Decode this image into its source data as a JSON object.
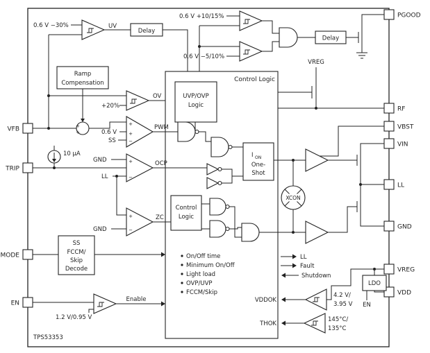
{
  "part_number": "TPS53353",
  "pins": {
    "left": [
      {
        "name": "VFB"
      },
      {
        "name": "TRIP"
      },
      {
        "name": "MODE"
      },
      {
        "name": "EN"
      }
    ],
    "right": [
      {
        "name": "PGOOD"
      },
      {
        "name": "RF"
      },
      {
        "name": "VBST"
      },
      {
        "name": "VIN"
      },
      {
        "name": "LL"
      },
      {
        "name": "GND"
      },
      {
        "name": "VREG"
      },
      {
        "name": "VDD"
      }
    ]
  },
  "uv_path": {
    "ref": "0.6 V −30%",
    "out_label": "UV",
    "delay": "Delay"
  },
  "pgood_path": {
    "ovp_ref": "0.6 V +10/15%",
    "uvp_ref": "0.6 V −5/10%",
    "delay": "Delay"
  },
  "ramp_block": {
    "line1": "Ramp",
    "line2": "Compensation"
  },
  "ov_comp": {
    "ref": "+20%",
    "out_label": "OV"
  },
  "uvp_ovp_block": {
    "line1": "UVP/OVP",
    "line2": "Logic"
  },
  "control_logic_title": "Control Logic",
  "pwm_comp": {
    "ref1": "0.6 V",
    "ref2": "SS",
    "out_label": "PWM"
  },
  "trip_source": {
    "value": "10 μA"
  },
  "ocp_comp": {
    "in1": "GND",
    "in2": "LL",
    "out_label": "OCP"
  },
  "zc_comp": {
    "in1": "GND",
    "out_label": "ZC"
  },
  "one_shot": {
    "i": "I",
    "sub": "ON",
    "line2": "One-",
    "line3": "Shot"
  },
  "xcon_label": "XCON",
  "inner_logic": {
    "line1": "Control",
    "line2": "Logic"
  },
  "mode_block": {
    "line1": "SS",
    "line2": "FCCM/",
    "line3": "Skip",
    "line4": "Decode"
  },
  "features": [
    "On/Off time",
    "Minimum On/Off",
    "Light load",
    "OVP/UVP",
    "FCCM/Skip"
  ],
  "right_signals": {
    "ll": "LL",
    "fault": "Fault",
    "shutdown": "Shutdown"
  },
  "vreg_top": "VREG",
  "vddok": {
    "label": "VDDOK",
    "ref1": "4.2 V/",
    "ref2": "3.95 V"
  },
  "thok": {
    "label": "THOK",
    "ref1": "145°C/",
    "ref2": "135°C"
  },
  "ldo": {
    "label": "LDO",
    "en_label": "EN"
  },
  "en_comp": {
    "ref": "1.2 V/0.95 V",
    "out_label": "Enable"
  },
  "symbols": {
    "plus": "+",
    "minus": "−"
  }
}
